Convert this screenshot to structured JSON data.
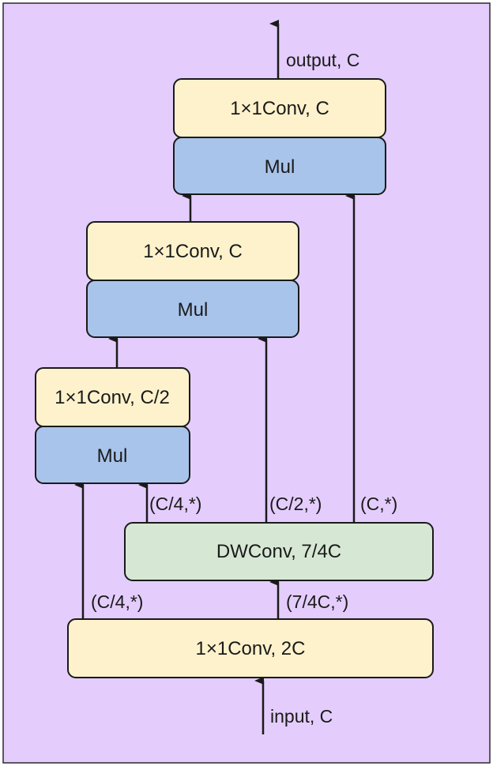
{
  "colors": {
    "background": "#e4cdfc",
    "conv_fill": "#fef2cc",
    "mul_fill": "#a9c4ea",
    "dwconv_fill": "#d6e8d4",
    "stroke": "#1a1a1a"
  },
  "blocks": {
    "top_conv": "1×1Conv, C",
    "top_mul": "Mul",
    "mid_conv": "1×1Conv, C",
    "mid_mul": "Mul",
    "low_conv": "1×1Conv, C/2",
    "low_mul": "Mul",
    "dwconv": "DWConv, 7/4C",
    "input_conv": "1×1Conv, 2C"
  },
  "labels": {
    "output": "output, C",
    "input": "input, C",
    "split_c4_left": "(C/4,*)",
    "split_7_4c": "(7/4C,*)",
    "dw_c4": "(C/4,*)",
    "dw_c2": "(C/2,*)",
    "dw_c": "(C,*)"
  }
}
